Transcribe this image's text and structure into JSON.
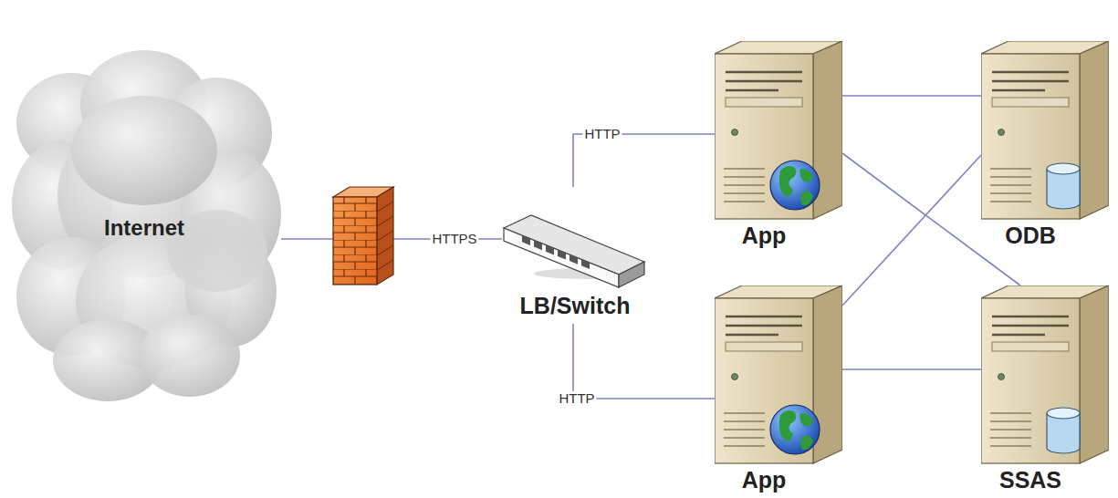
{
  "diagram": {
    "nodes": [
      {
        "text": [
          "Internet"
        ]
      },
      {
        "text": [
          "LB/Switch"
        ]
      },
      {
        "text": [
          "App"
        ]
      },
      {
        "text": [
          "ODB"
        ]
      },
      {
        "text": [
          "App"
        ]
      },
      {
        "text": [
          "SSAS"
        ]
      }
    ],
    "edges": [
      {
        "from": 0,
        "to": 1,
        "label": "HTTPS",
        "arrow": "none"
      },
      {
        "from": 1,
        "to": 2,
        "label": "HTTP",
        "arrow": "none"
      },
      {
        "from": 1,
        "to": 4,
        "label": "HTTP",
        "arrow": "none"
      },
      {
        "from": 2,
        "to": 3,
        "arrow": "none"
      },
      {
        "from": 2,
        "to": 5,
        "arrow": "none"
      },
      {
        "from": 4,
        "to": 3,
        "arrow": "none"
      },
      {
        "from": 4,
        "to": 5,
        "arrow": "none"
      }
    ]
  }
}
